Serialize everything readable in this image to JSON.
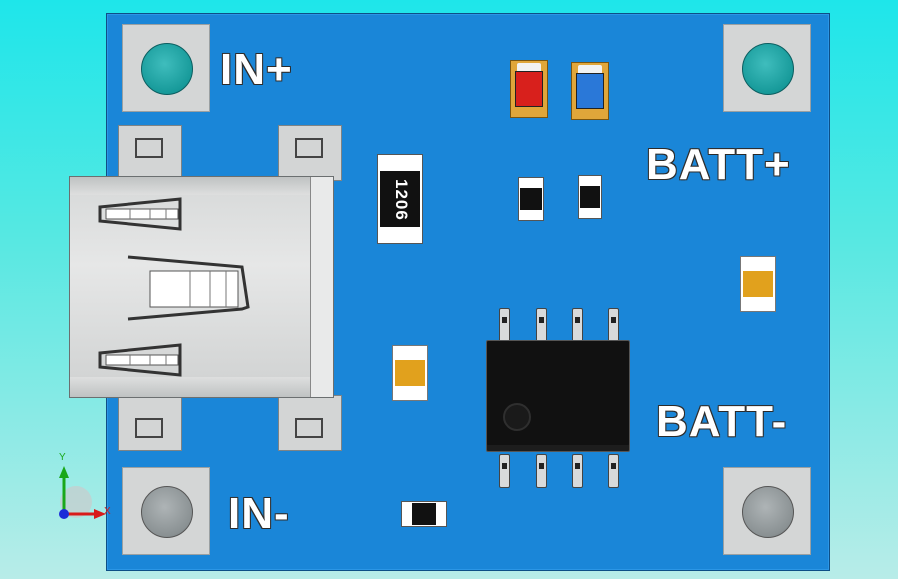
{
  "labels": {
    "in_plus": "IN+",
    "in_minus": "IN-",
    "batt_plus": "BATT+",
    "batt_minus": "BATT-"
  },
  "resistor_marking": "1206",
  "axes": {
    "y_label": "Y",
    "x_label": "X"
  },
  "colors": {
    "board": "#1a86d8",
    "background": "#1ee6ea",
    "led_red": "#d8201c",
    "led_blue": "#2a78d8",
    "capacitor": "#e1a11d",
    "silk_text": "#ffffff"
  },
  "icons": [
    "mini-usb-connector",
    "soic8-chip",
    "coordinate-triad"
  ]
}
